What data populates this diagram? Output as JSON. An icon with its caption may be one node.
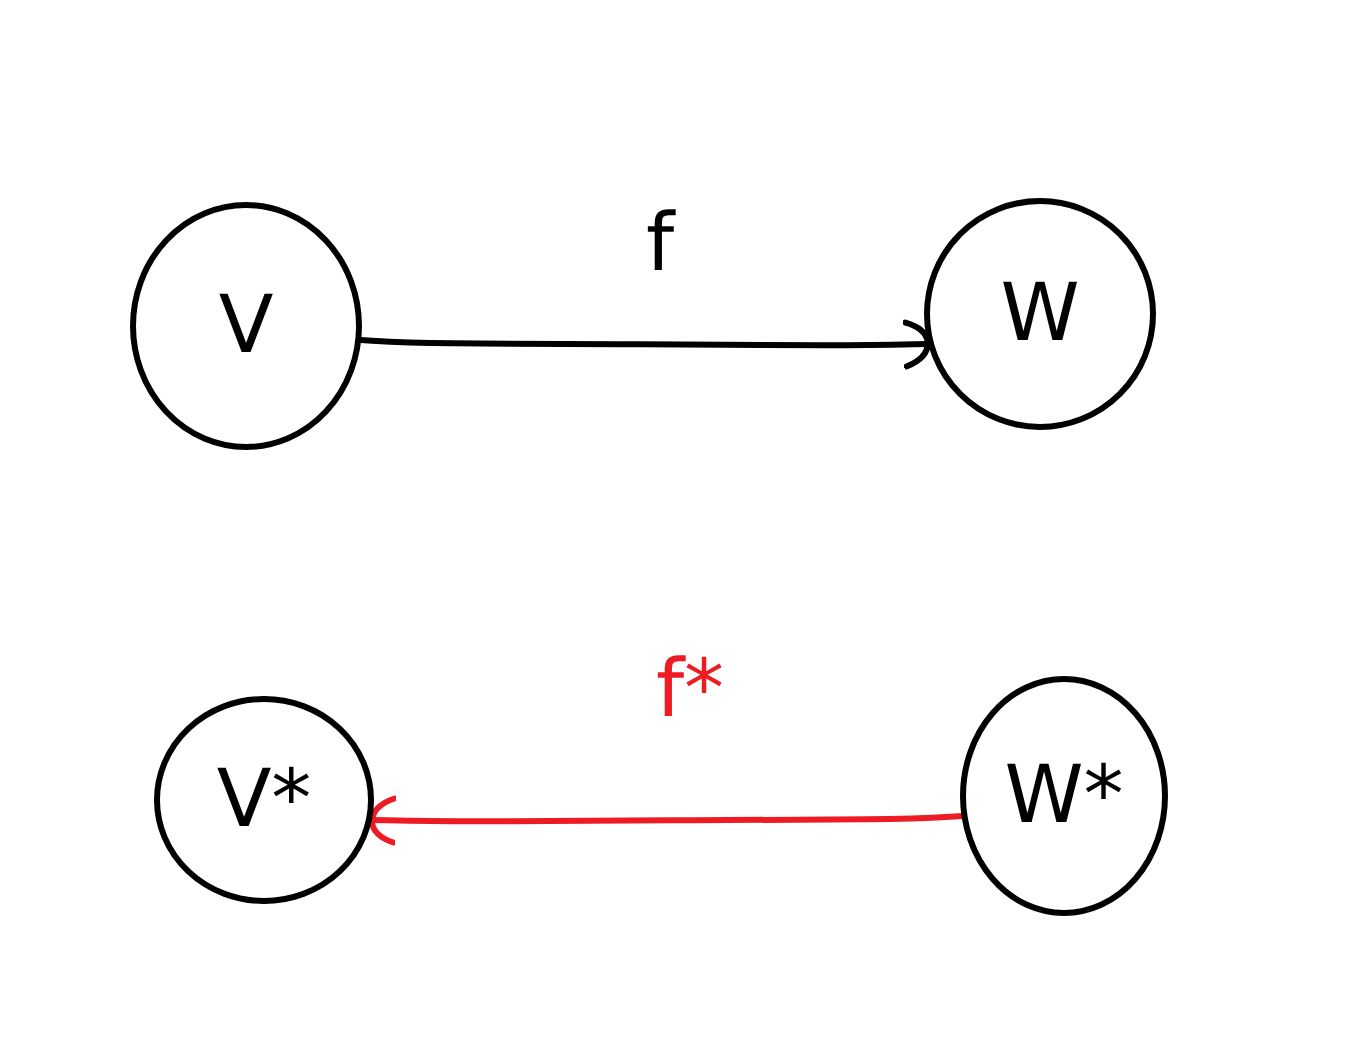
{
  "diagram": {
    "nodes": [
      {
        "text": [
          "V"
        ]
      },
      {
        "text": [
          "W"
        ]
      },
      {
        "text": [
          "V*"
        ]
      },
      {
        "text": [
          "W*"
        ]
      }
    ],
    "edges": [
      {
        "from": 0,
        "to": 1,
        "arrow": "to",
        "label": "f"
      },
      {
        "from": 3,
        "to": 2,
        "arrow": "to",
        "label": "f*",
        "color": "#ed1c24"
      }
    ]
  }
}
